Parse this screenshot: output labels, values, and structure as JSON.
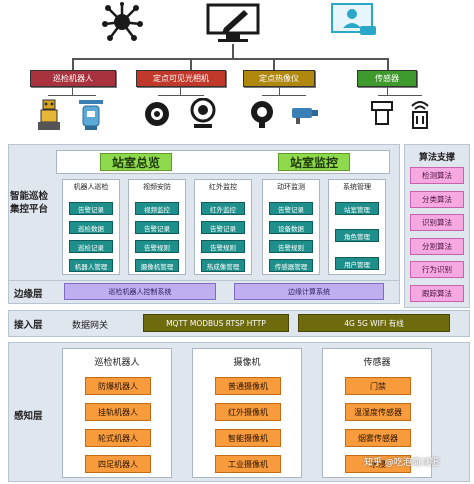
{
  "top_categories": [
    {
      "label": "巡检机器人",
      "color": "#a8323e"
    },
    {
      "label": "定点可见光相机",
      "color": "#c0392b"
    },
    {
      "label": "定点热像仪",
      "color": "#b0880e"
    },
    {
      "label": "传感器",
      "color": "#3f9a2e"
    }
  ],
  "platform": {
    "title": "智能巡检集控平台",
    "overview": "站室总览",
    "monitor": "站室监控",
    "columns": [
      {
        "title": "机器人巡检",
        "items": [
          "告警记录",
          "巡检数据",
          "巡检记录",
          "机器人管理"
        ]
      },
      {
        "title": "视频安防",
        "items": [
          "视频监控",
          "告警记录",
          "告警规则",
          "摄像机管理"
        ]
      },
      {
        "title": "红外监控",
        "items": [
          "红外监控",
          "告警记录",
          "告警规则",
          "热成像管理"
        ]
      },
      {
        "title": "动环监测",
        "items": [
          "告警记录",
          "设备数据",
          "告警规则",
          "传感器管理"
        ]
      },
      {
        "title": "系统管理",
        "items": [
          "站室管理",
          "角色管理",
          "用户管理"
        ]
      }
    ]
  },
  "algorithms": {
    "title": "算法支撑",
    "items": [
      "检测算法",
      "分类算法",
      "识别算法",
      "分割算法",
      "行为识别",
      "跟踪算法"
    ]
  },
  "edge": {
    "title": "边缘层",
    "items": [
      "巡检机器人控制系统",
      "边缘计算系统"
    ]
  },
  "access": {
    "title": "接入层",
    "label": "数据网关",
    "items": [
      "MQTT MODBUS RTSP HTTP",
      "4G 5G WIFI 有线"
    ]
  },
  "perception": {
    "title": "感知层",
    "groups": [
      {
        "title": "巡检机器人",
        "items": [
          "防爆机器人",
          "挂轨机器人",
          "轮式机器人",
          "四足机器人"
        ]
      },
      {
        "title": "摄像机",
        "items": [
          "普通摄像机",
          "红外摄像机",
          "智能摄像机",
          "工业摄像机"
        ]
      },
      {
        "title": "传感器",
        "items": [
          "门禁",
          "温湿度传感器",
          "烟雾传感器",
          "水浸"
        ]
      }
    ]
  },
  "watermark": "知乎 @吃泡面减肥"
}
